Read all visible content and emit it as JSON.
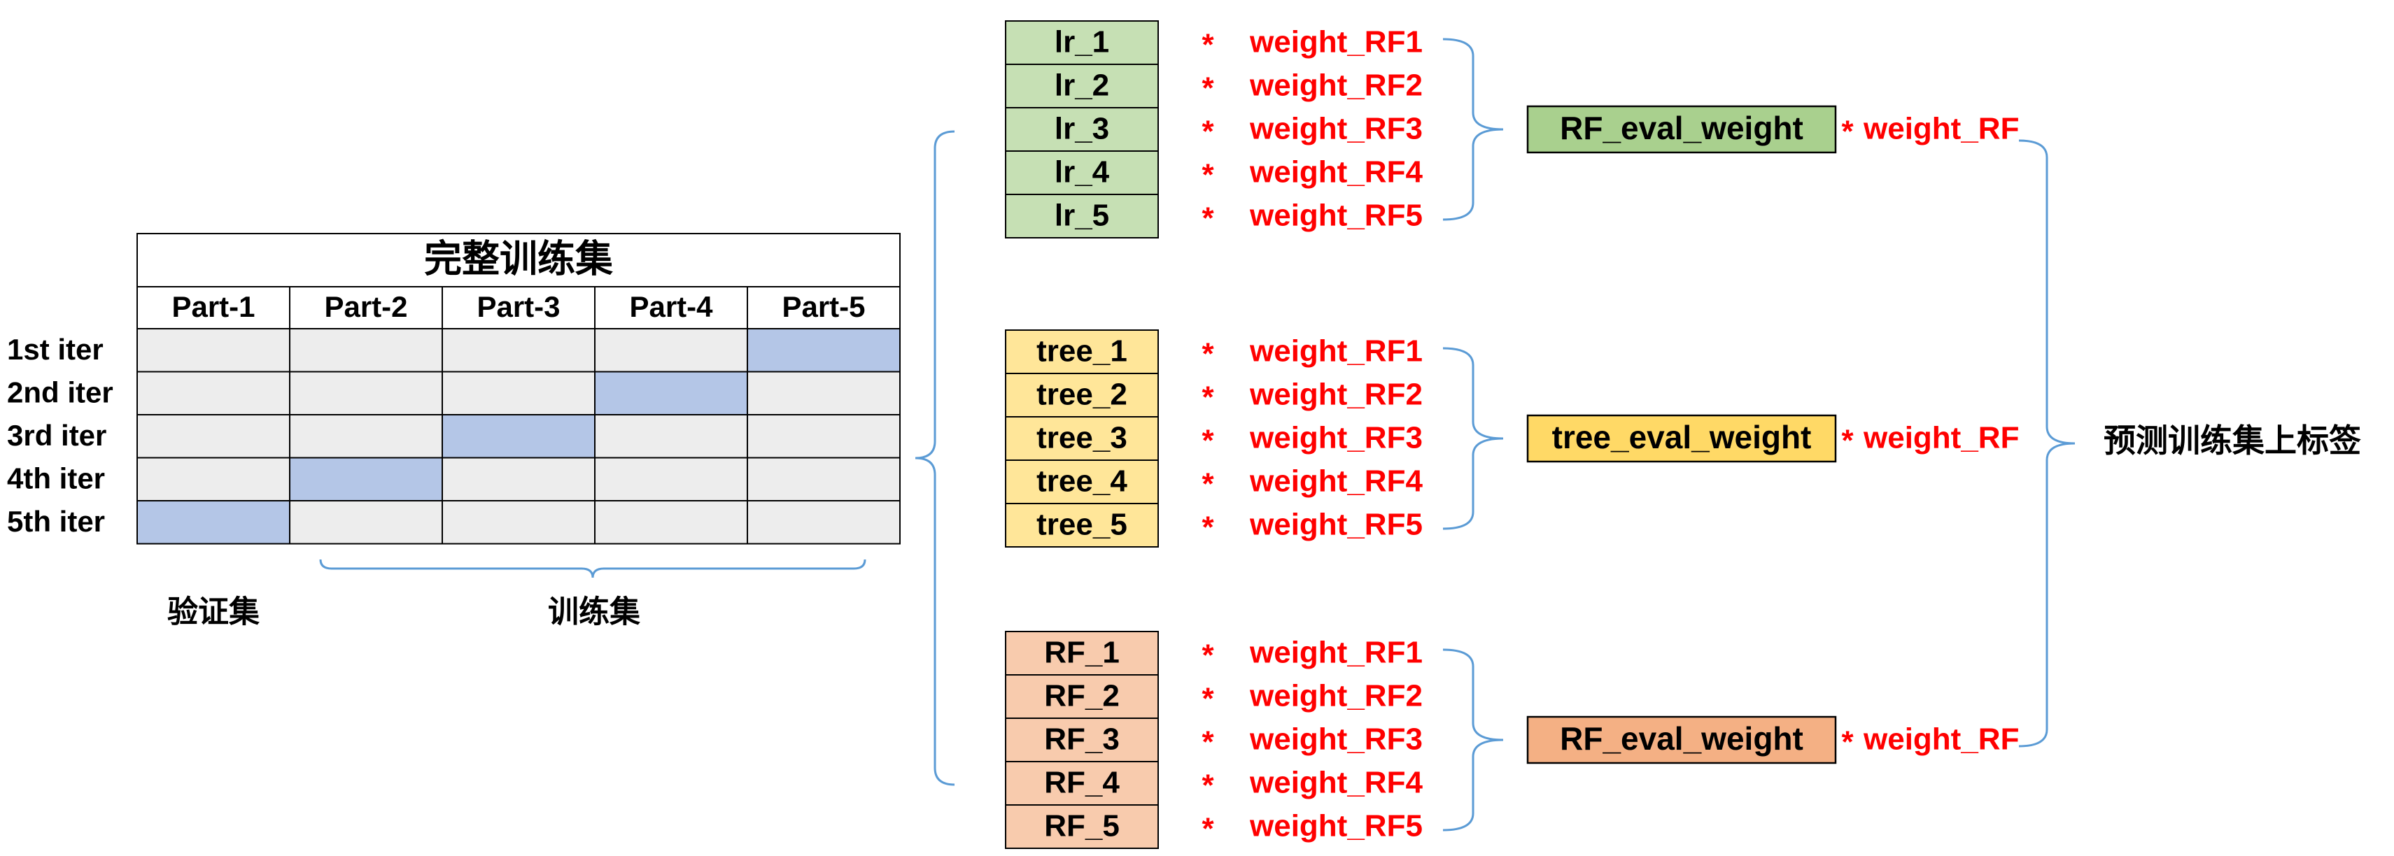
{
  "colors": {
    "cell_gray": "#ededed",
    "cell_blue": "#b4c6e7",
    "lr_green": "#c6e0b4",
    "tree_yellow": "#ffe699",
    "rf_orange": "#f8cbad",
    "eval_green": "#a9d08e",
    "eval_yellow": "#ffd966",
    "eval_orange": "#f4b084",
    "brace_blue": "#5b9bd5",
    "red_text": "#ff0000"
  },
  "table": {
    "title": "完整训练集",
    "columns": [
      "Part-1",
      "Part-2",
      "Part-3",
      "Part-4",
      "Part-5"
    ],
    "rows": [
      {
        "label": "1st iter",
        "validation_col": 5
      },
      {
        "label": "2nd iter",
        "validation_col": 4
      },
      {
        "label": "3rd iter",
        "validation_col": 3
      },
      {
        "label": "4th iter",
        "validation_col": 2
      },
      {
        "label": "5th iter",
        "validation_col": 1
      }
    ],
    "validation_label": "验证集",
    "train_label": "训练集"
  },
  "groups": [
    {
      "models": [
        "lr_1",
        "lr_2",
        "lr_3",
        "lr_4",
        "lr_5"
      ],
      "eval_label": "RF_eval_weight"
    },
    {
      "models": [
        "tree_1",
        "tree_2",
        "tree_3",
        "tree_4",
        "tree_5"
      ],
      "eval_label": "tree_eval_weight"
    },
    {
      "models": [
        "RF_1",
        "RF_2",
        "RF_3",
        "RF_4",
        "RF_5"
      ],
      "eval_label": "RF_eval_weight"
    }
  ],
  "weights": [
    "weight_RF1",
    "weight_RF2",
    "weight_RF3",
    "weight_RF4",
    "weight_RF5"
  ],
  "multiply_symbol": "*",
  "final_weight": "weight_RF",
  "final_label": "预测训练集上标签"
}
